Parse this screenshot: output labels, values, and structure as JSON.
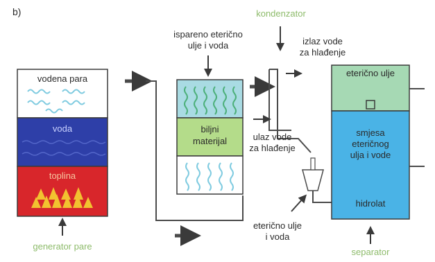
{
  "panel_label": "b)",
  "steam_generator": {
    "section_steam": "vodena para",
    "section_water": "voda",
    "section_heat": "toplina",
    "caption": "generator pare"
  },
  "extractor": {
    "top_label_line1": "ispareno eterično",
    "top_label_line2": "ulje i voda",
    "plant_line1": "biljni",
    "plant_line2": "materijal"
  },
  "condenser": {
    "caption": "kondenzator",
    "water_out_line1": "izlaz vode",
    "water_out_line2": "za hlađenje",
    "water_in_line1": "ulaz vode",
    "water_in_line2": "za hlađenje"
  },
  "collector": {
    "caption_line1": "eterično ulje",
    "caption_line2": "i voda"
  },
  "separator": {
    "oil_layer": "eterično ulje",
    "mixture_line1": "smjesa",
    "mixture_line2": "eteričnog",
    "mixture_line3": "ulja i vode",
    "hydrolat": "hidrolat",
    "caption": "separator"
  },
  "colors": {
    "steam_bg": "#ffffff",
    "water_blue": "#2e3fa8",
    "heat_red": "#d8262b",
    "flame_yellow": "#f2c230",
    "extractor_fill": "#a9dbe3",
    "plant_fill": "#b4dc8a",
    "oil_green": "#a6d9b4",
    "mixture_blue": "#4ab3e6",
    "caption_green": "#8dbb6a",
    "pipe_gray": "#4a4a4a"
  }
}
